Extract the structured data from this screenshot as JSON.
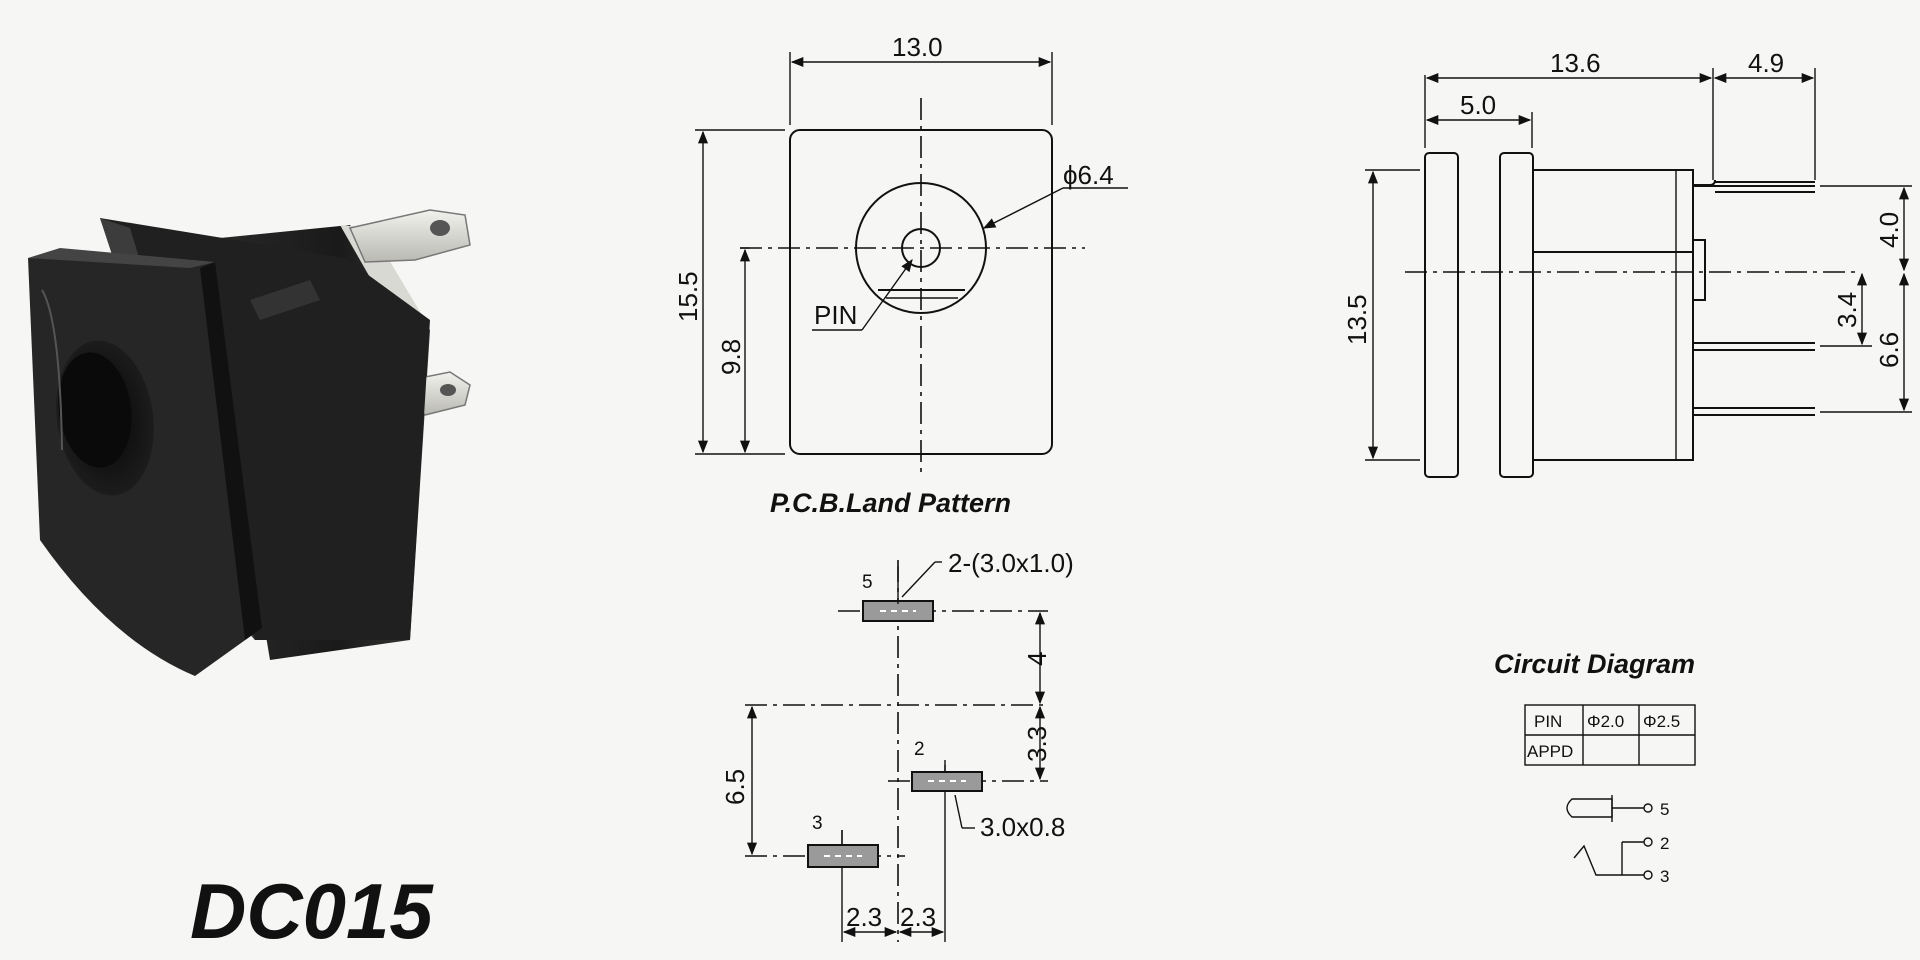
{
  "model": "DC015",
  "front_view": {
    "width": "13.0",
    "height": "15.5",
    "center_height": "9.8",
    "hole_diameter": "ϕ6.4",
    "pin_label": "PIN"
  },
  "pcb": {
    "title": "P.C.B.Land Pattern",
    "pad_note": "2-(3.0x1.0)",
    "pad2_note": "3.0x0.8",
    "dim_4": "4",
    "dim_3_3": "3.3",
    "dim_6_5": "6.5",
    "dim_2_3_a": "2.3",
    "dim_2_3_b": "2.3",
    "pin_5": "5",
    "pin_2": "2",
    "pin_3": "3"
  },
  "side_view": {
    "length": "13.6",
    "flange": "5.0",
    "terminal": "4.9",
    "height": "13.5",
    "dim_4_0": "4.0",
    "dim_3_4": "3.4",
    "dim_6_6": "6.6"
  },
  "circuit": {
    "title": "Circuit Diagram",
    "headers": [
      "PIN",
      "Φ2.0",
      "Φ2.5"
    ],
    "row_label": "APPD",
    "labels": [
      "5",
      "2",
      "3"
    ]
  }
}
